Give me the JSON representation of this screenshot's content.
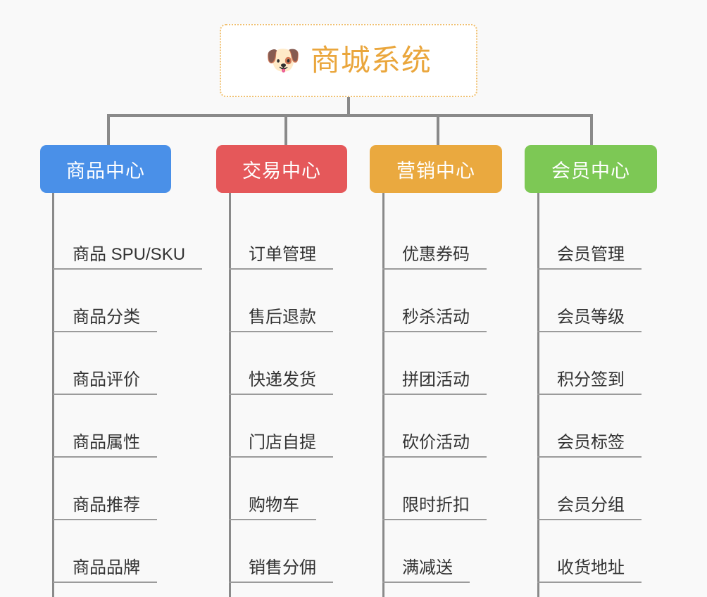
{
  "canvas": {
    "background": "#f9f9f9",
    "connector_color": "#8a8a8a"
  },
  "root": {
    "icon": "dog-face-icon",
    "emoji": "🐶",
    "title": "商城系统",
    "title_color": "#eaa63c",
    "border_color": "#f0c070",
    "border_style": "dotted"
  },
  "branches": [
    {
      "id": "product-center",
      "label": "商品中心",
      "color": "#4a90e8",
      "leaves": [
        {
          "label": "商品 SPU/SKU"
        },
        {
          "label": "商品分类"
        },
        {
          "label": "商品评价"
        },
        {
          "label": "商品属性"
        },
        {
          "label": "商品推荐"
        },
        {
          "label": "商品品牌"
        }
      ]
    },
    {
      "id": "trade-center",
      "label": "交易中心",
      "color": "#e5585a",
      "leaves": [
        {
          "label": "订单管理"
        },
        {
          "label": "售后退款"
        },
        {
          "label": "快递发货"
        },
        {
          "label": "门店自提"
        },
        {
          "label": "购物车"
        },
        {
          "label": "销售分佣"
        }
      ]
    },
    {
      "id": "marketing-center",
      "label": "营销中心",
      "color": "#eaa93f",
      "leaves": [
        {
          "label": "优惠券码"
        },
        {
          "label": "秒杀活动"
        },
        {
          "label": "拼团活动"
        },
        {
          "label": "砍价活动"
        },
        {
          "label": "限时折扣"
        },
        {
          "label": "满减送"
        }
      ]
    },
    {
      "id": "member-center",
      "label": "会员中心",
      "color": "#7dc855",
      "leaves": [
        {
          "label": "会员管理"
        },
        {
          "label": "会员等级"
        },
        {
          "label": "积分签到"
        },
        {
          "label": "会员标签"
        },
        {
          "label": "会员分组"
        },
        {
          "label": "收货地址"
        }
      ]
    }
  ]
}
